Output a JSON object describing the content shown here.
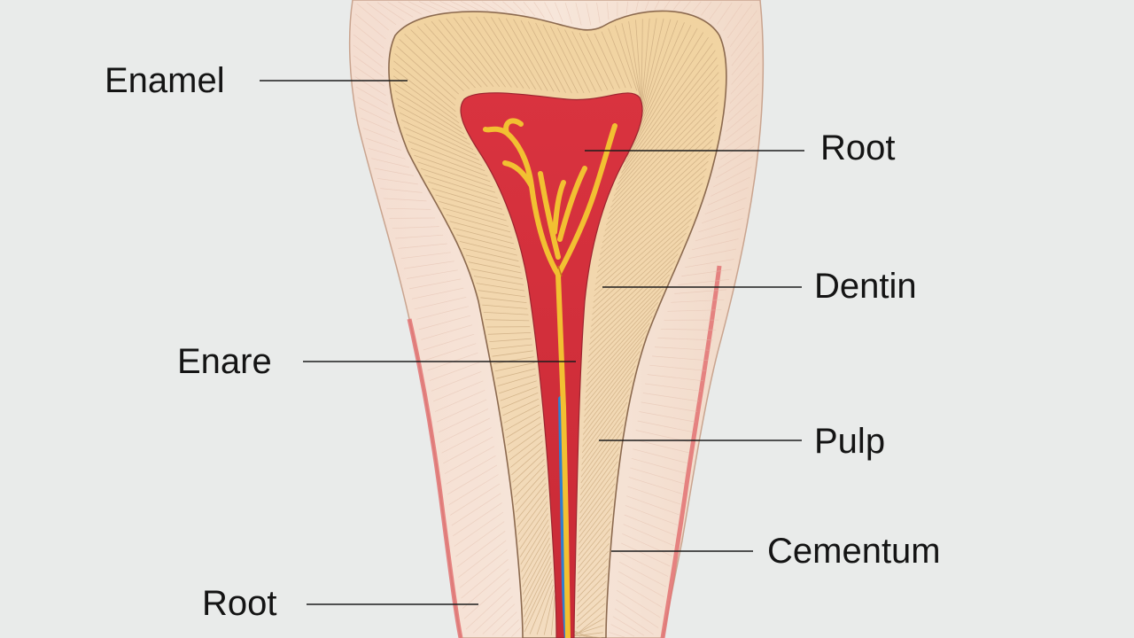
{
  "diagram": {
    "labels": {
      "enamel": "Enamel",
      "root_top": "Root",
      "dentin": "Dentin",
      "enare": "Enare",
      "pulp": "Pulp",
      "cementum": "Cementum",
      "root_bottom": "Root"
    },
    "colors": {
      "background": "#e9ebea",
      "enamel": "#f3dccd",
      "dentin": "#f0d6a6",
      "pulp": "#d83a43",
      "nerve": "#f2c032",
      "vessel": "#2f7fd0",
      "cementum_edge": "#e06a6a",
      "leader_line": "#1c1c1c"
    }
  }
}
